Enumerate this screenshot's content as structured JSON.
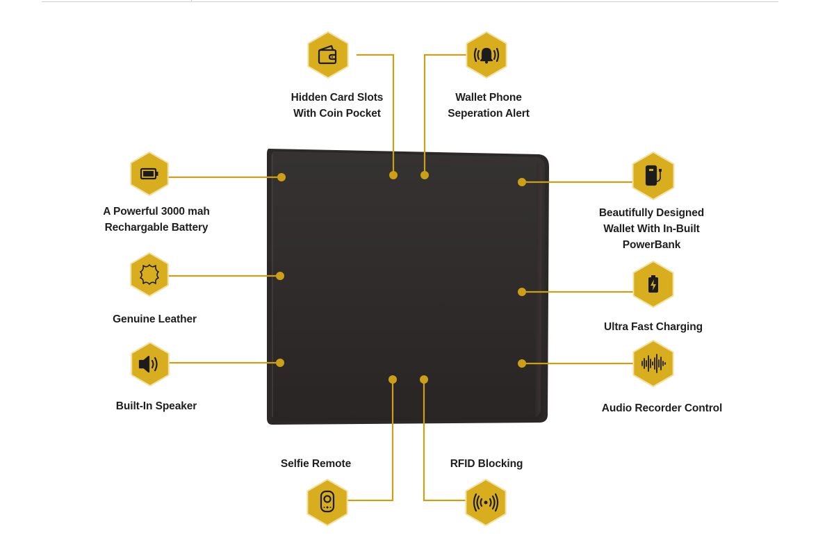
{
  "colors": {
    "hex_fill": "#d8ae1e",
    "hex_stroke": "#f2e0a0",
    "connector": "#cc9f16",
    "icon": "#1c1c1c",
    "wallet_top": "#353232",
    "wallet_bottom": "#2a2525",
    "label_text": "#1e1e1e"
  },
  "features": {
    "battery": {
      "label": "A Powerful 3000 mah\nRechargable Battery",
      "icon": "battery-icon"
    },
    "leather": {
      "label": "Genuine Leather",
      "icon": "leather-hide-icon"
    },
    "speaker": {
      "label": "Built-In Speaker",
      "icon": "speaker-icon"
    },
    "hidden_slots": {
      "label": "Hidden Card Slots\nWith Coin Pocket",
      "icon": "wallet-icon"
    },
    "alert": {
      "label": "Wallet Phone\nSeperation Alert",
      "icon": "bell-alert-icon"
    },
    "powerbank": {
      "label": "Beautifully Designed\nWallet With In-Built\nPowerBank",
      "icon": "powerbank-icon"
    },
    "fast_charging": {
      "label": "Ultra Fast Charging",
      "icon": "charging-battery-icon"
    },
    "audio_recorder": {
      "label": "Audio Recorder Control",
      "icon": "sound-wave-icon"
    },
    "selfie_remote": {
      "label": "Selfie Remote",
      "icon": "remote-control-icon"
    },
    "rfid": {
      "label": "RFID Blocking",
      "icon": "rfid-signal-icon"
    }
  }
}
